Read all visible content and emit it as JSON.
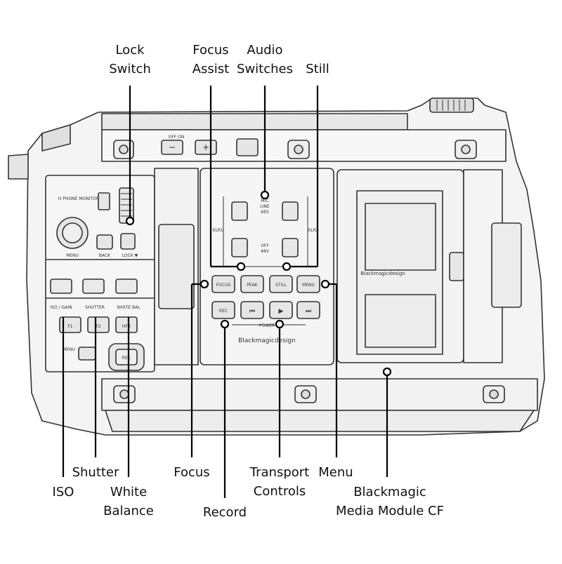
{
  "callouts": {
    "lock_switch": "Lock\nSwitch",
    "focus_assist": "Focus\nAssist",
    "audio_switches": "Audio\nSwitches",
    "still": "Still",
    "shutter": "Shutter",
    "iso": "ISO",
    "white_balance": "White\nBalance",
    "focus": "Focus",
    "record": "Record",
    "transport_controls": "Transport\nControls",
    "menu": "Menu",
    "media_module": "Blackmagic\nMedia Module CF"
  },
  "panel": {
    "off_on": "OFF  ON",
    "minus": "−",
    "plus": "+",
    "headphone_monitor": "H PHONE\nMONITOR",
    "menu": "MENU",
    "back": "BACK",
    "lock": "LOCK ▼",
    "iso_gain": "ISO / GAIN",
    "shutter": "SHUTTER",
    "white_bal": "WHITE BAL",
    "f1": "F1",
    "f2": "F2",
    "hfr": "HFR",
    "menu2": "MENU",
    "rec_small": "REC",
    "mic": "MIC",
    "line": "LINE",
    "aes": "AES",
    "off": "OFF",
    "v48": "48V",
    "xlr1": "XLR1",
    "xlr2": "XLR2",
    "btn_focus": "FOCUS",
    "btn_peak": "PEAK",
    "btn_still": "STILL",
    "btn_menu": "MENU",
    "btn_rec": "REC",
    "btn_prev": "⏮",
    "btn_play": "▶",
    "btn_next": "⏭",
    "power": "POWER",
    "brand": "Blackmagicdesign",
    "brand_small": "Blackmagicdesign"
  }
}
